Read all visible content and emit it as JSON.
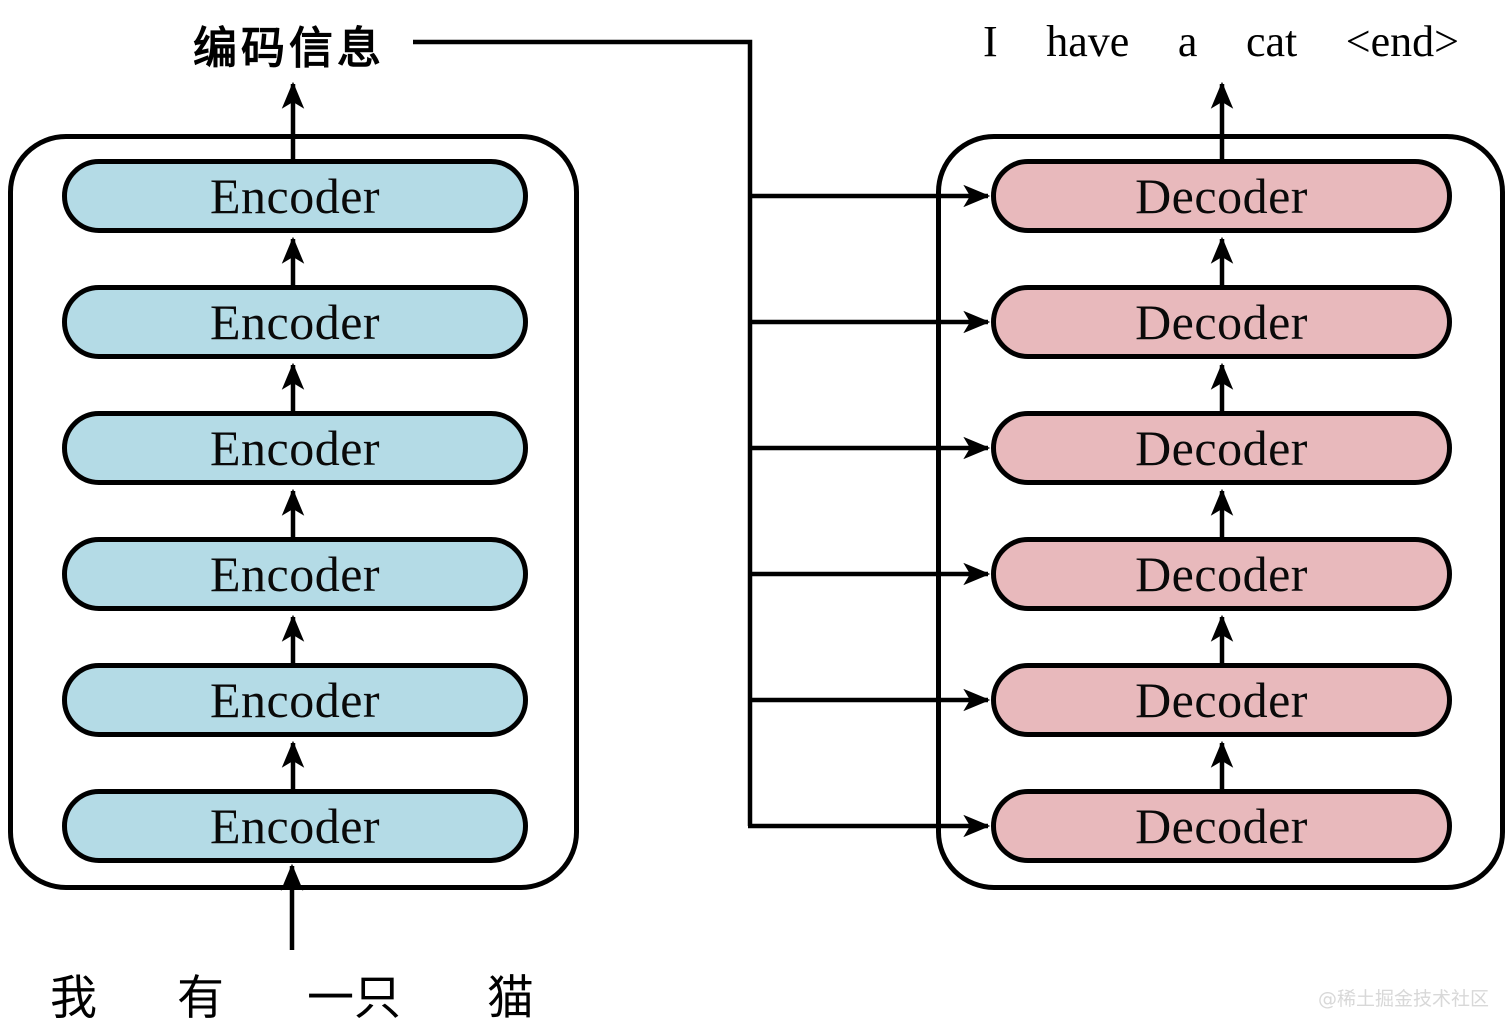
{
  "diagram": {
    "encoder": {
      "top_label": "编码信息",
      "blocks": [
        "Encoder",
        "Encoder",
        "Encoder",
        "Encoder",
        "Encoder",
        "Encoder"
      ],
      "input_tokens": [
        "我",
        "有",
        "一只",
        "猫"
      ]
    },
    "decoder": {
      "blocks": [
        "Decoder",
        "Decoder",
        "Decoder",
        "Decoder",
        "Decoder",
        "Decoder"
      ],
      "output_tokens": [
        "I",
        "have",
        "a",
        "cat",
        "<end>"
      ]
    },
    "watermark": "@稀土掘金技术社区",
    "colors": {
      "encoder_fill": "#b4dbe6",
      "decoder_fill": "#e8b9bc",
      "line": "#000000",
      "watermark": "#d8d8d8"
    }
  }
}
